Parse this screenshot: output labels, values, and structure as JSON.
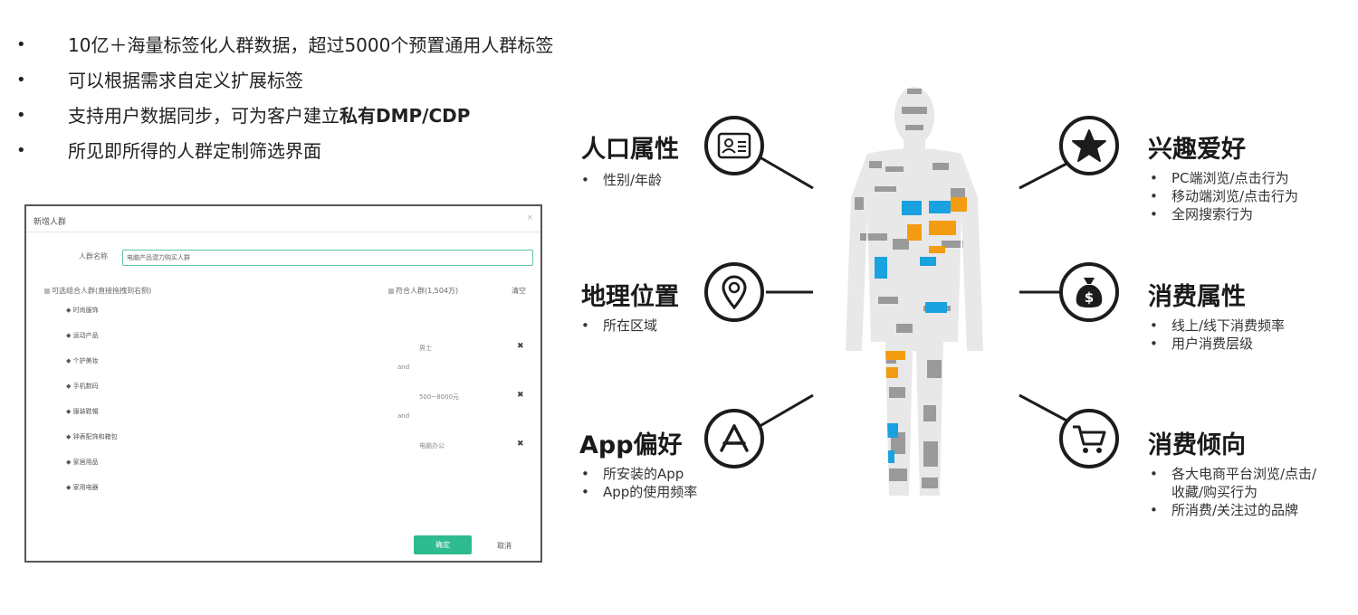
{
  "bullets": [
    {
      "text": "10亿＋海量标签化人群数据，超过5000个预置通用人群标签"
    },
    {
      "text": "可以根据需求自定义扩展标签"
    },
    {
      "text": "支持用户数据同步，可为客户建立",
      "bold": "私有DMP/CDP"
    },
    {
      "text": "所见即所得的人群定制筛选界面"
    }
  ],
  "bullet_dot": "•",
  "dialog": {
    "title": "新增人群",
    "close": "×",
    "name_label": "人群名称",
    "name_value": "电脑产品潜力购买人群",
    "available_header": "可选组合人群(直接拖拽到右侧)",
    "selected_header": "符合人群(1,504万)",
    "clear_label": "清空",
    "categories": [
      "◆ 时尚服饰",
      "◆ 运动产品",
      "◆ 个护美妆",
      "◆ 手机数码",
      "◆ 服装鞋帽",
      "◆ 钟表配饰和箱包",
      "◆ 家居用品",
      "◆ 家用电器"
    ],
    "conditions": [
      "男士",
      "500~8000元",
      "电脑办公"
    ],
    "and_label": "and",
    "remove_icon": "✖",
    "ok_label": "确定",
    "cancel_label": "取消"
  },
  "infographic": {
    "left": [
      {
        "title": "人口属性",
        "icon": "id-card-icon",
        "items": [
          "性别/年龄"
        ]
      },
      {
        "title": "地理位置",
        "icon": "location-pin-icon",
        "items": [
          "所在区域"
        ]
      },
      {
        "title": "App偏好",
        "icon": "app-store-icon",
        "items": [
          "所安装的App",
          "App的使用频率"
        ]
      }
    ],
    "right": [
      {
        "title": "兴趣爱好",
        "icon": "star-icon",
        "items": [
          "PC端浏览/点击行为",
          "移动端浏览/点击行为",
          "全网搜索行为"
        ]
      },
      {
        "title": "消费属性",
        "icon": "money-bag-icon",
        "items": [
          "线上/线下消费频率",
          "用户消费层级"
        ]
      },
      {
        "title": "消费倾向",
        "icon": "shopping-cart-icon",
        "items": [
          "各大电商平台浏览/点击/",
          "收藏/购买行为",
          "所消费/关注过的品牌"
        ]
      }
    ],
    "item_dot": "•"
  },
  "colors": {
    "accent": "#2dbb8f",
    "icon_stroke": "#1c1c1c",
    "figure_blue": "#1aa1e0",
    "figure_orange": "#f39c12",
    "figure_gray": "#9a9a9a"
  }
}
